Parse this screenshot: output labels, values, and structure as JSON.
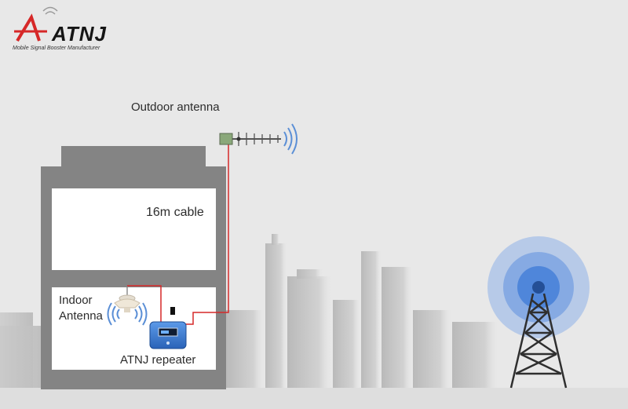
{
  "logo": {
    "name": "ATNJ",
    "tagline": "Mobile Signal Booster Manufacturer"
  },
  "labels": {
    "outdoor_antenna": "Outdoor antenna",
    "cable": "16m cable",
    "indoor_antenna_line1": "Indoor",
    "indoor_antenna_line2": "Antenna",
    "repeater": "ATNJ repeater"
  },
  "colors": {
    "background": "#e8e8e8",
    "building": "#848484",
    "room": "#ffffff",
    "cable": "#d62828",
    "signal_wave": "#5b8fd6",
    "repeater_body": "#3e7fd6",
    "logo_accent": "#d62828"
  },
  "icons": [
    "yagi-antenna-icon",
    "ceiling-antenna-icon",
    "repeater-device-icon",
    "cell-tower-icon",
    "signal-wave-icon"
  ]
}
